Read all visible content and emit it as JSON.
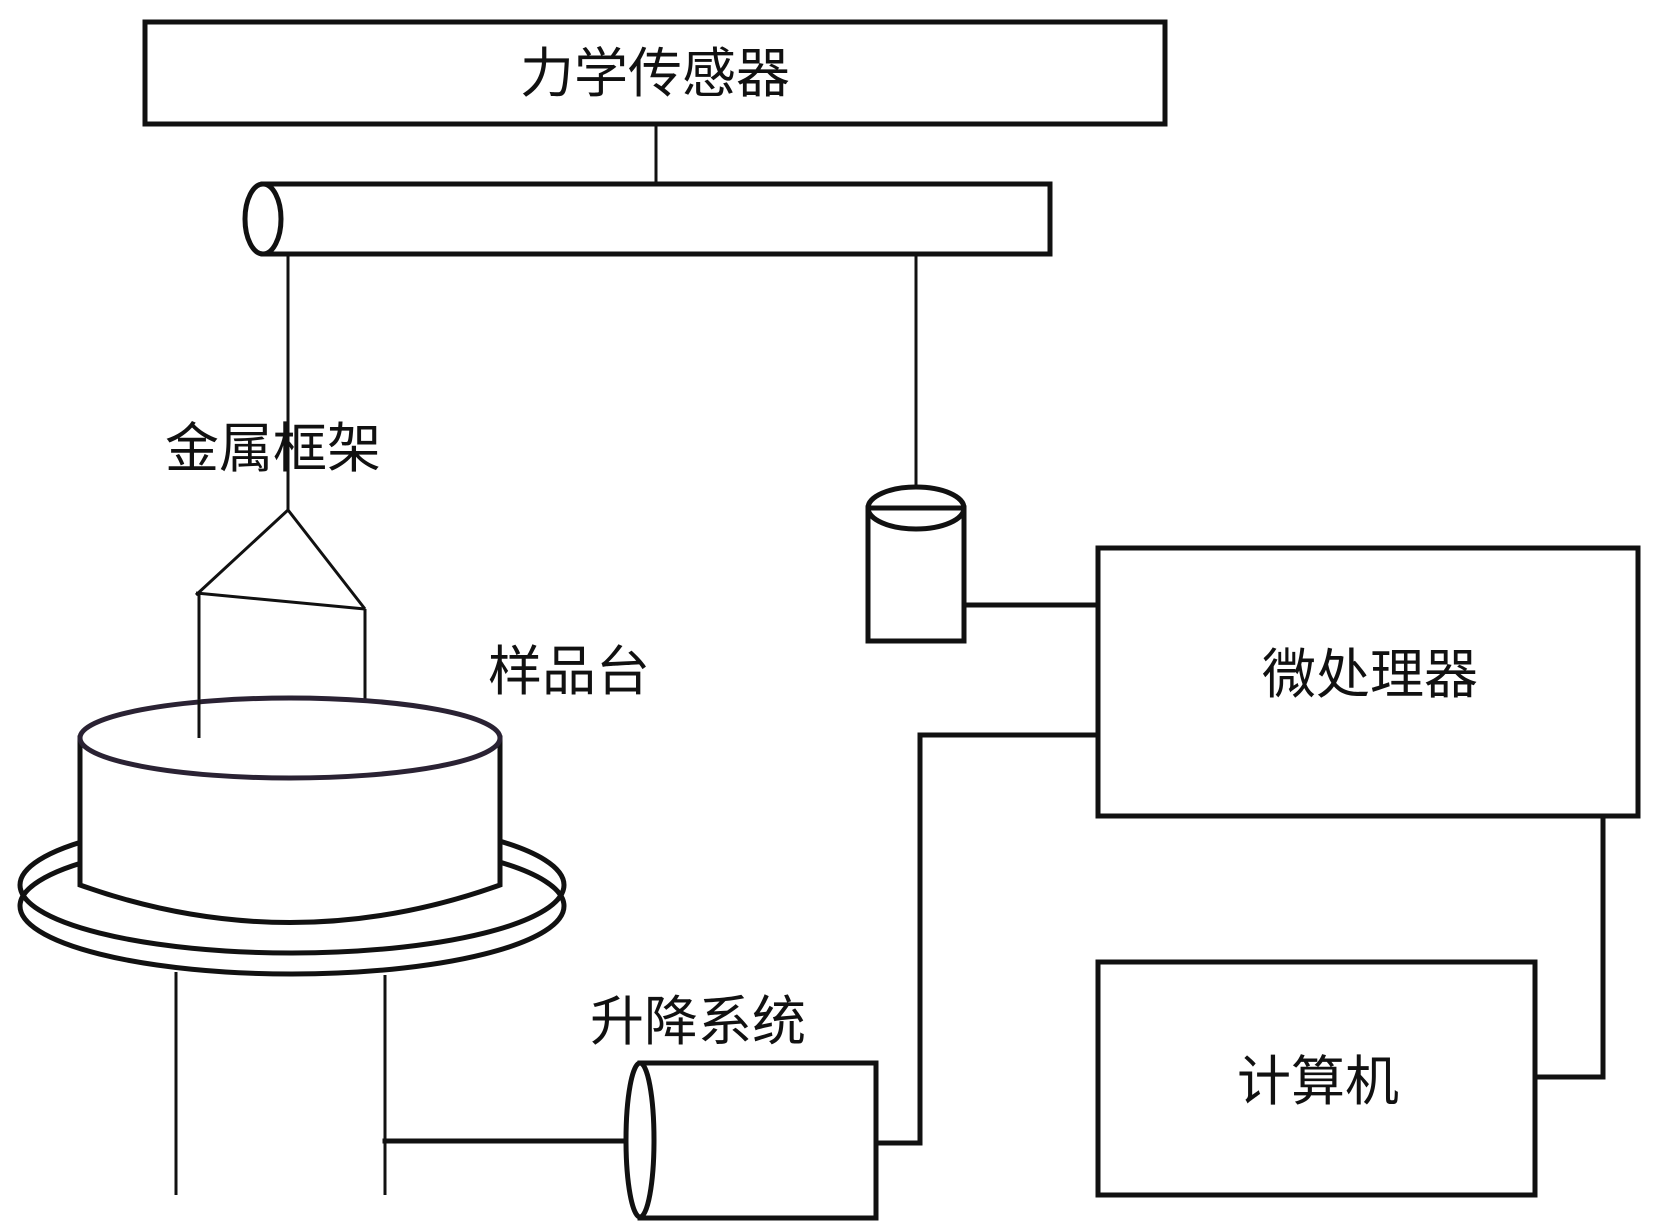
{
  "diagram": {
    "title": "",
    "components": {
      "force_sensor": {
        "label": "力学传感器"
      },
      "metal_frame": {
        "label": "金属框架"
      },
      "sample_stage": {
        "label": "样品台"
      },
      "lift_system": {
        "label": "升降系统"
      },
      "microprocessor": {
        "label": "微处理器"
      },
      "computer": {
        "label": "计算机"
      }
    },
    "connections": [
      {
        "from": "force_sensor",
        "to": "beam"
      },
      {
        "from": "beam",
        "to": "metal_frame"
      },
      {
        "from": "beam",
        "to": "displacement_sensor"
      },
      {
        "from": "displacement_sensor",
        "to": "microprocessor"
      },
      {
        "from": "lift_system",
        "to": "sample_stage"
      },
      {
        "from": "lift_system",
        "to": "microprocessor"
      },
      {
        "from": "microprocessor",
        "to": "computer"
      }
    ],
    "colors": {
      "line": "#111111",
      "background": "#ffffff"
    }
  }
}
